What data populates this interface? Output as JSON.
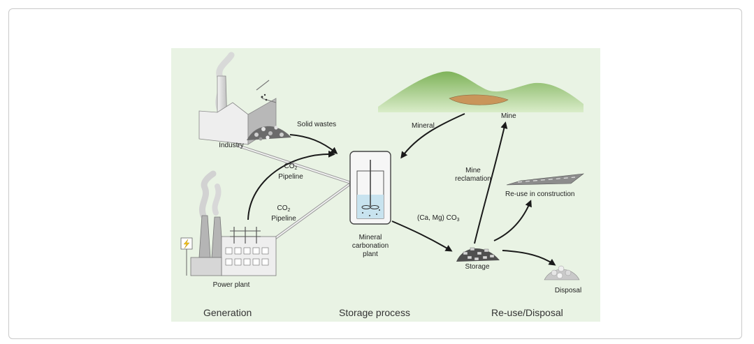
{
  "labels": {
    "industry": "Industry",
    "solid_wastes": "Solid wastes",
    "co2_prefix": "CO",
    "co2_sub": "2",
    "pipeline": "Pipeline",
    "power_plant": "Power plant",
    "mineral": "Mineral",
    "mine": "Mine",
    "mine_reclamation_line1": "Mine",
    "mine_reclamation_line2": "reclamation",
    "mineral_carbonation_line1": "Mineral",
    "mineral_carbonation_line2": "carbonation",
    "mineral_carbonation_line3": "plant",
    "carbonate_prefix": "(Ca, Mg) CO",
    "carbonate_sub": "3",
    "storage": "Storage",
    "reuse_construction": "Re-use in construction",
    "disposal": "Disposal"
  },
  "sections": {
    "generation": "Generation",
    "storage_process": "Storage process",
    "reuse_disposal": "Re-use/Disposal"
  },
  "colors": {
    "background": "#e9f3e4",
    "arrow": "#1a1a1a",
    "hill": "#8fbf6a",
    "bolt": "#f2c21b"
  }
}
